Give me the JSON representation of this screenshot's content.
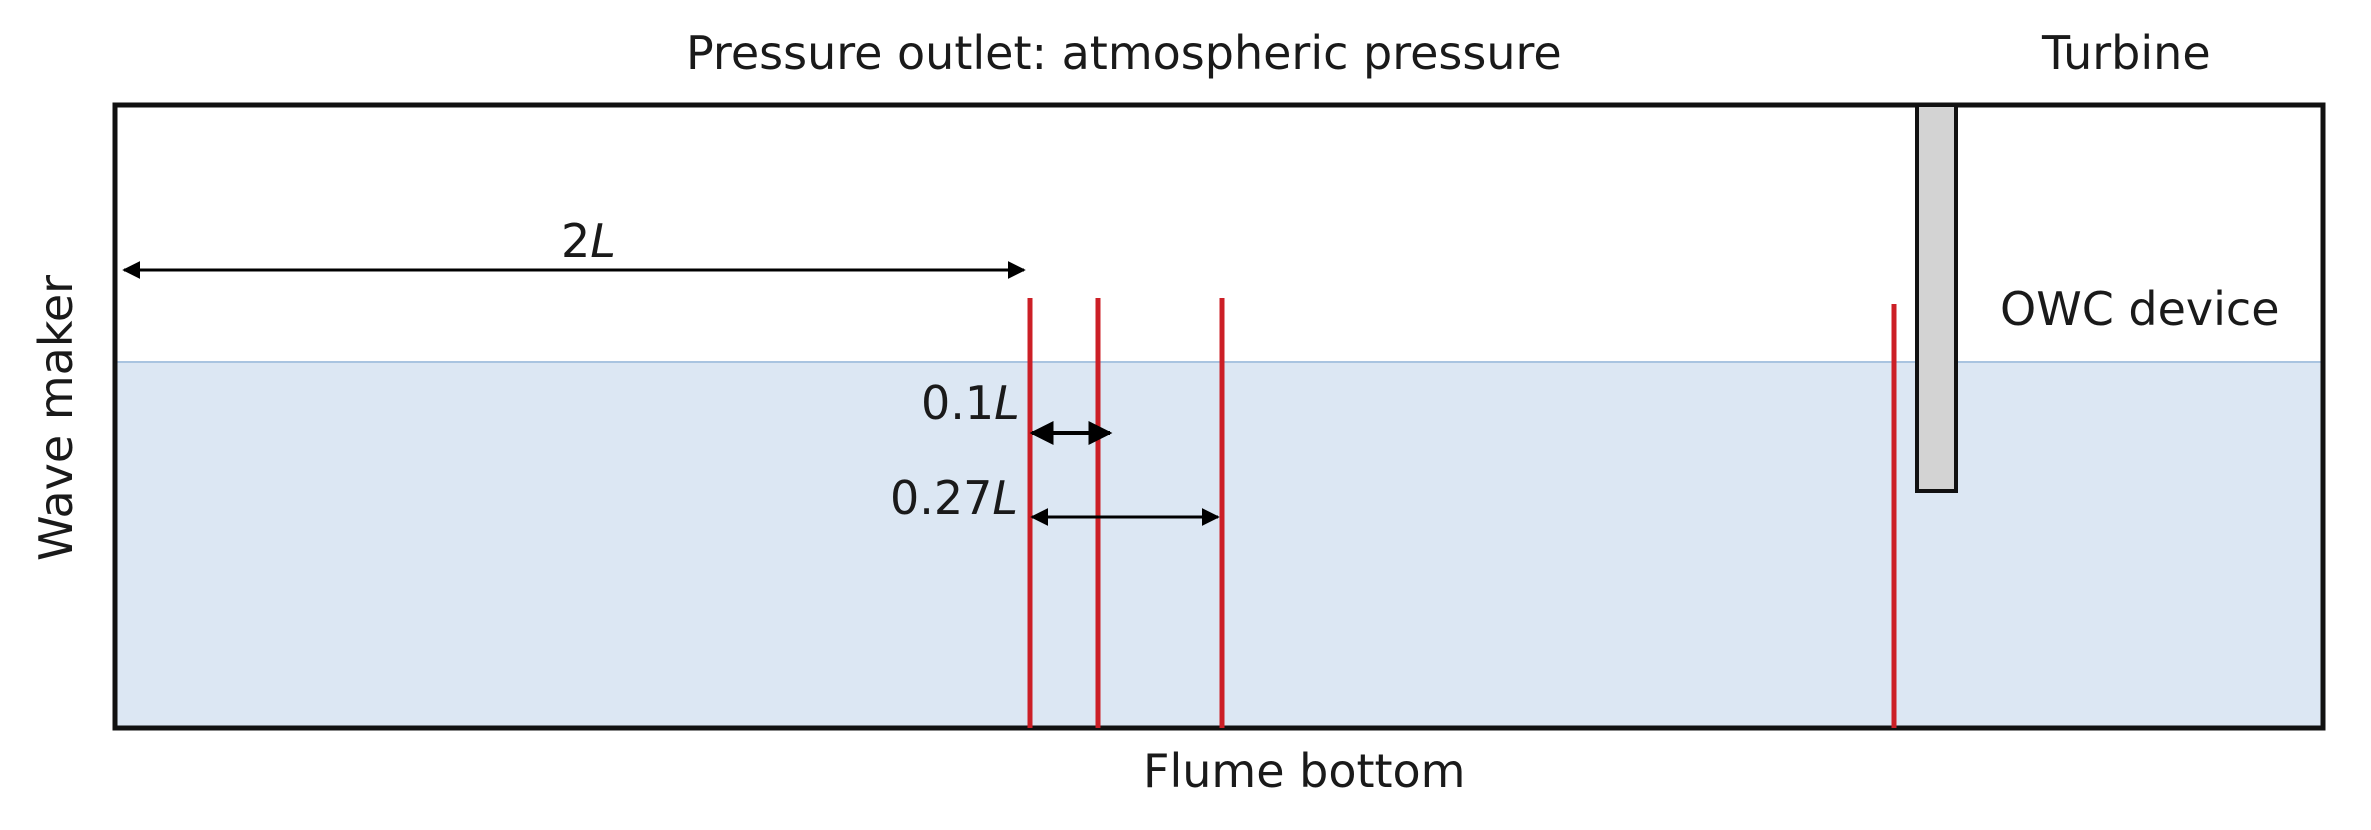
{
  "labels": {
    "top_boundary": "Pressure outlet: atmospheric pressure",
    "turbine": "Turbine",
    "owc_device": "OWC device",
    "bottom_boundary": "Flume bottom",
    "left_boundary": "Wave maker"
  },
  "dimensions": {
    "d_2L": {
      "number": "2",
      "symbol": "L"
    },
    "d_01L": {
      "number": "0.1",
      "symbol": "L"
    },
    "d_027L": {
      "number": "0.27",
      "symbol": "L"
    }
  },
  "colors": {
    "water": "#dce7f3",
    "water_line": "#a9c4e0",
    "outline": "#111111",
    "gauge": "#cc1f26",
    "owc_wall": "#d3d3d3"
  }
}
